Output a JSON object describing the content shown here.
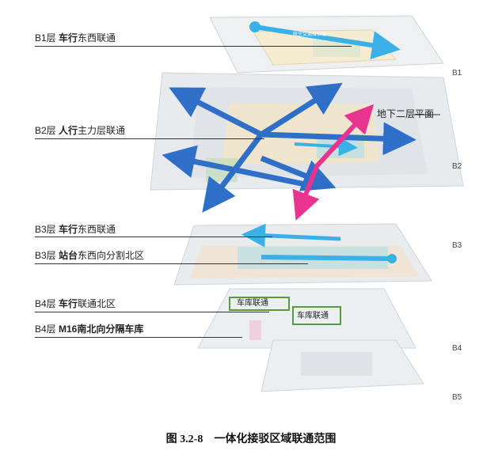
{
  "colors": {
    "blue_arrow": "#2f6fc8",
    "cyan_arrow": "#3ab0e6",
    "pink_arrow": "#e8338f",
    "green_box": "#5a9a3a",
    "plate": "#e9ecef",
    "plate_edge": "#cfd4d9"
  },
  "labels": {
    "b1": {
      "prefix": "B1层 ",
      "bold": "车行",
      "suffix": "东西联通"
    },
    "b2": {
      "prefix": "B2层 ",
      "bold": "人行",
      "suffix": "主力层联通"
    },
    "b3a": {
      "prefix": "B3层 ",
      "bold": "车行",
      "suffix": "东西联通"
    },
    "b3b": {
      "prefix": "B3层 ",
      "bold": "站台",
      "suffix": "东西向分割北区"
    },
    "b4a": {
      "prefix": "B4层 ",
      "bold": "车行",
      "suffix": "联通北区"
    },
    "b4b": {
      "prefix": "B4层 ",
      "bold": "M16南北向分隔车库",
      "suffix": ""
    }
  },
  "floor_tags": {
    "b1": "B1",
    "b2": "B2",
    "b3": "B3",
    "b4": "B4",
    "b5": "B5"
  },
  "annotations": {
    "b2_plan": "地下二层平面",
    "garage_link_1": "车库联通",
    "garage_link_2": "车库联通"
  },
  "caption": {
    "number": "图 3.2-8",
    "title": "一体化接驳区域联通范围"
  }
}
